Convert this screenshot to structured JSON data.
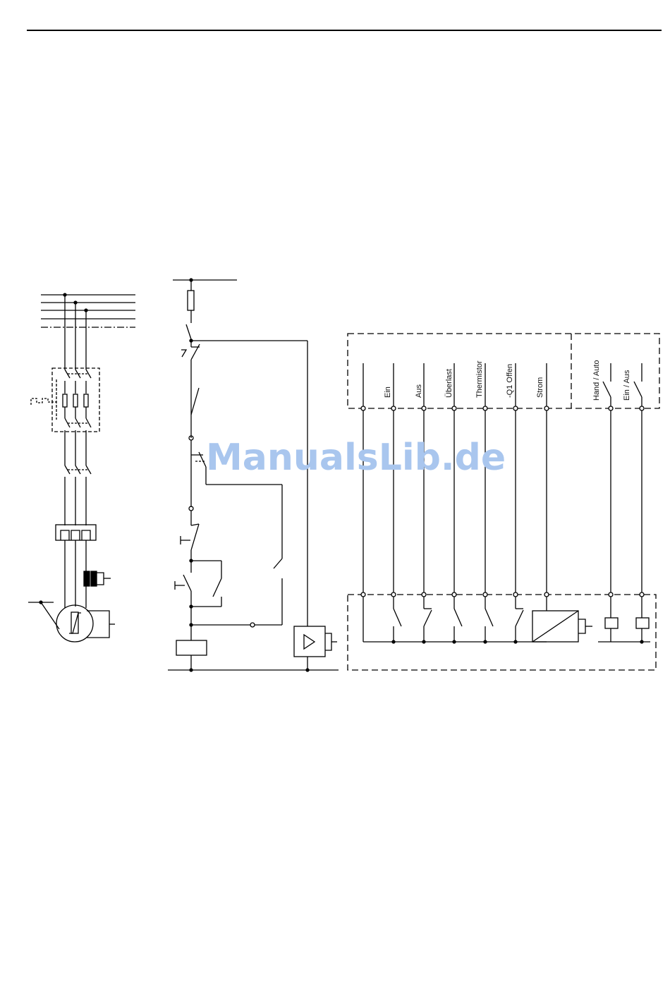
{
  "watermark": "ManualsLib.de",
  "colors": {
    "line": "#000000",
    "watermark": "#a9c6ee",
    "background": "#ffffff"
  },
  "io_labels": {
    "ein": "Ein",
    "aus": "Aus",
    "ueberlast": "Überlast",
    "thermistor": "Thermistor",
    "q1_offen": "-Q1 Offen",
    "strom": "Strom",
    "hand_auto": "Hand / Auto",
    "ein_aus": "Ein / Aus"
  }
}
